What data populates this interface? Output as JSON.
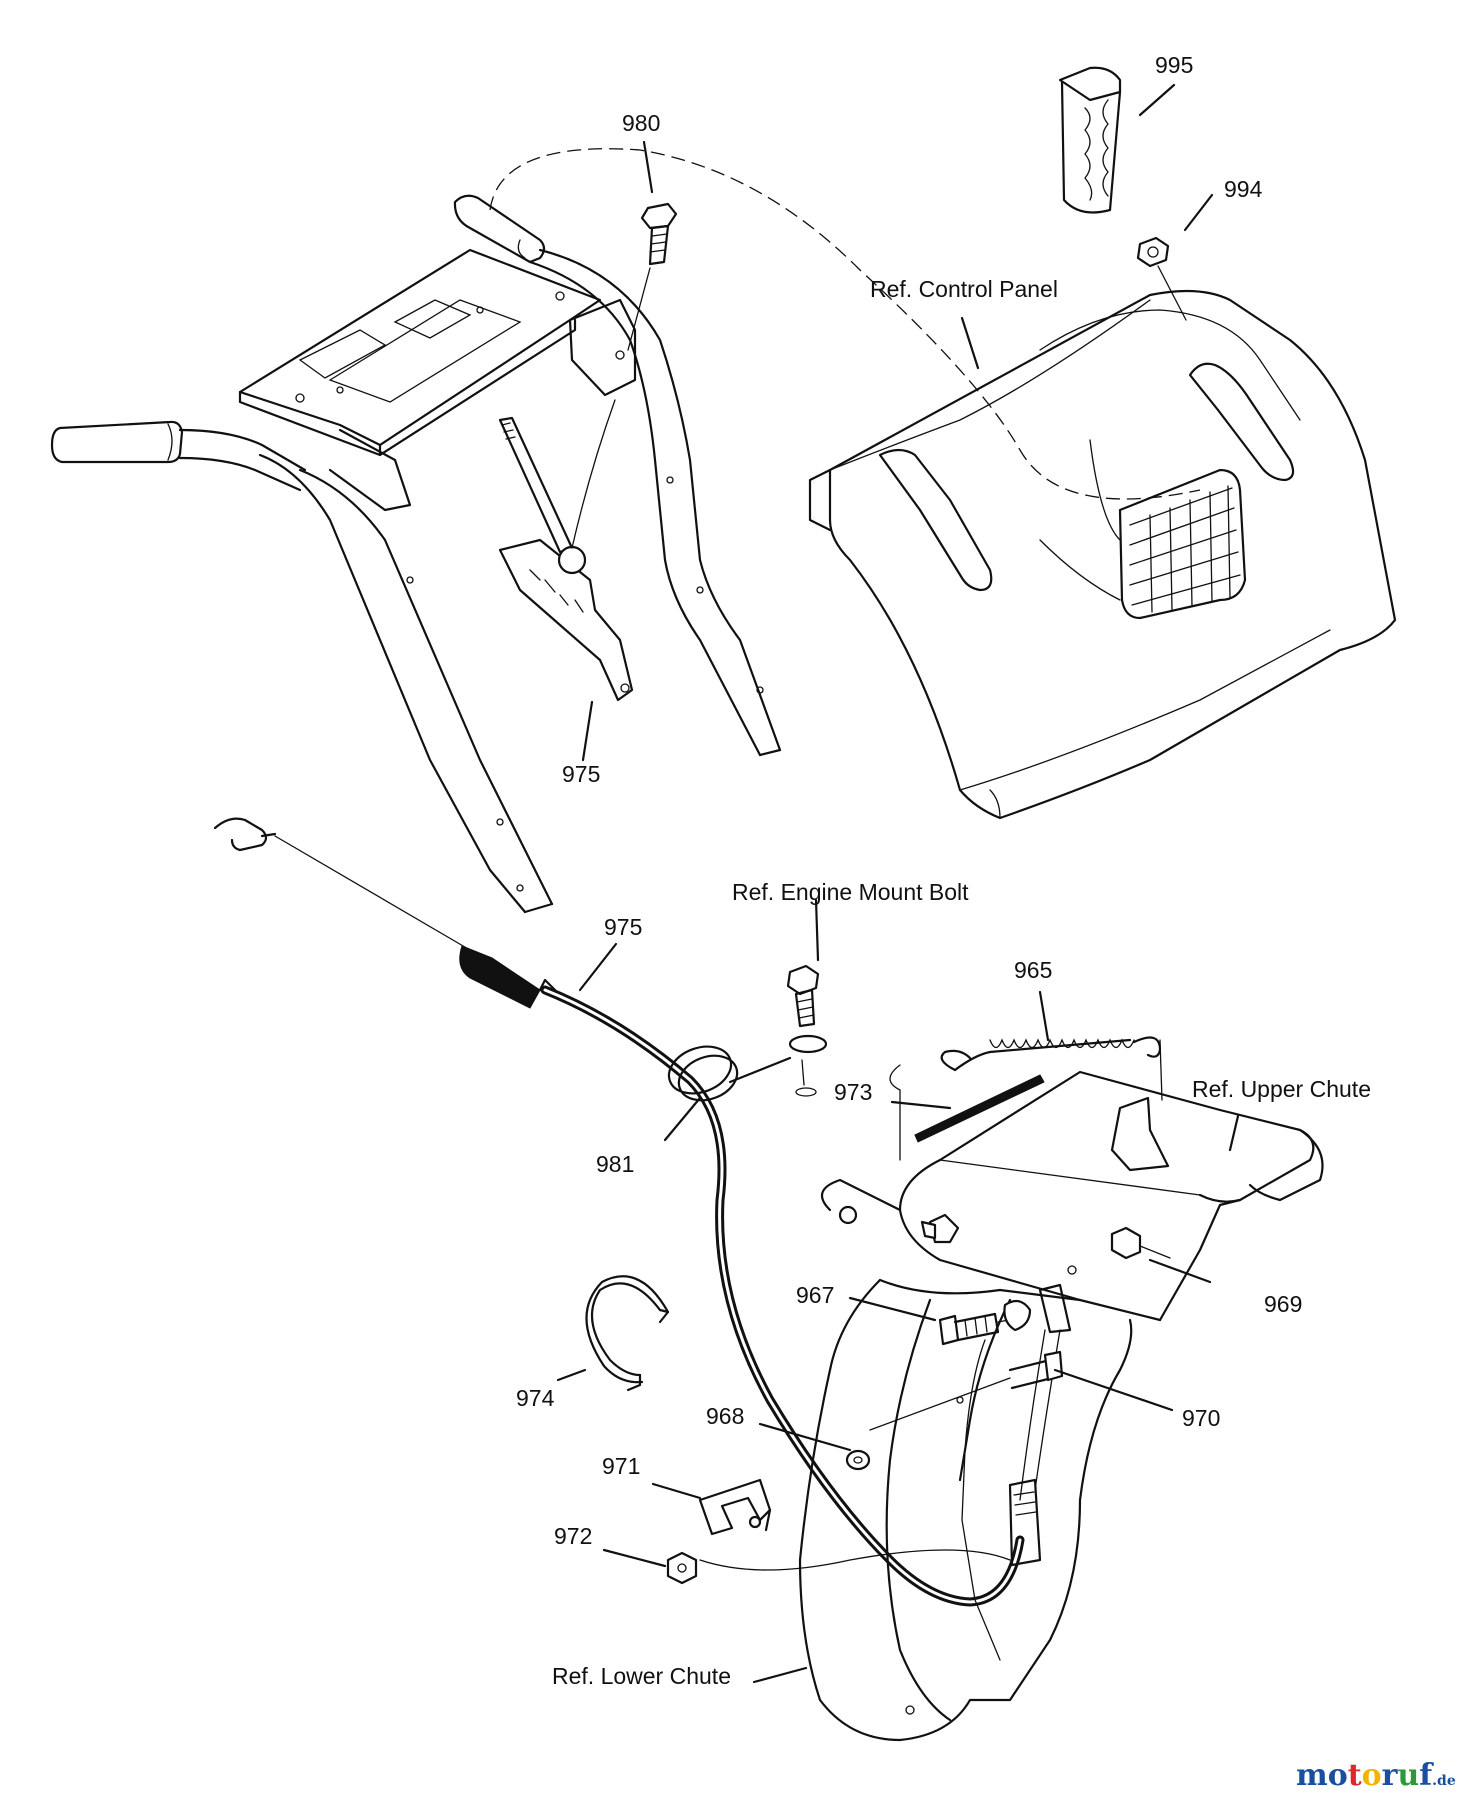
{
  "labels": {
    "p995": "995",
    "p980": "980",
    "p994": "994",
    "ref_control_panel": "Ref. Control Panel",
    "p975_upper": "975",
    "ref_engine_mount_bolt": "Ref. Engine Mount Bolt",
    "p975_lower": "975",
    "p965": "965",
    "p973": "973",
    "ref_upper_chute": "Ref. Upper Chute",
    "p981": "981",
    "p969": "969",
    "p967": "967",
    "p974": "974",
    "p968": "968",
    "p970": "970",
    "p971": "971",
    "p972": "972",
    "ref_lower_chute": "Ref. Lower Chute"
  },
  "watermark": {
    "letters": [
      "m",
      "o",
      "t",
      "o",
      "r",
      "u",
      "f"
    ],
    "colors": [
      "#1a4fa0",
      "#1a4fa0",
      "#e0252b",
      "#f3b400",
      "#1a4fa0",
      "#2a9a3a",
      "#1a4fa0"
    ],
    "suffix": ".de"
  }
}
